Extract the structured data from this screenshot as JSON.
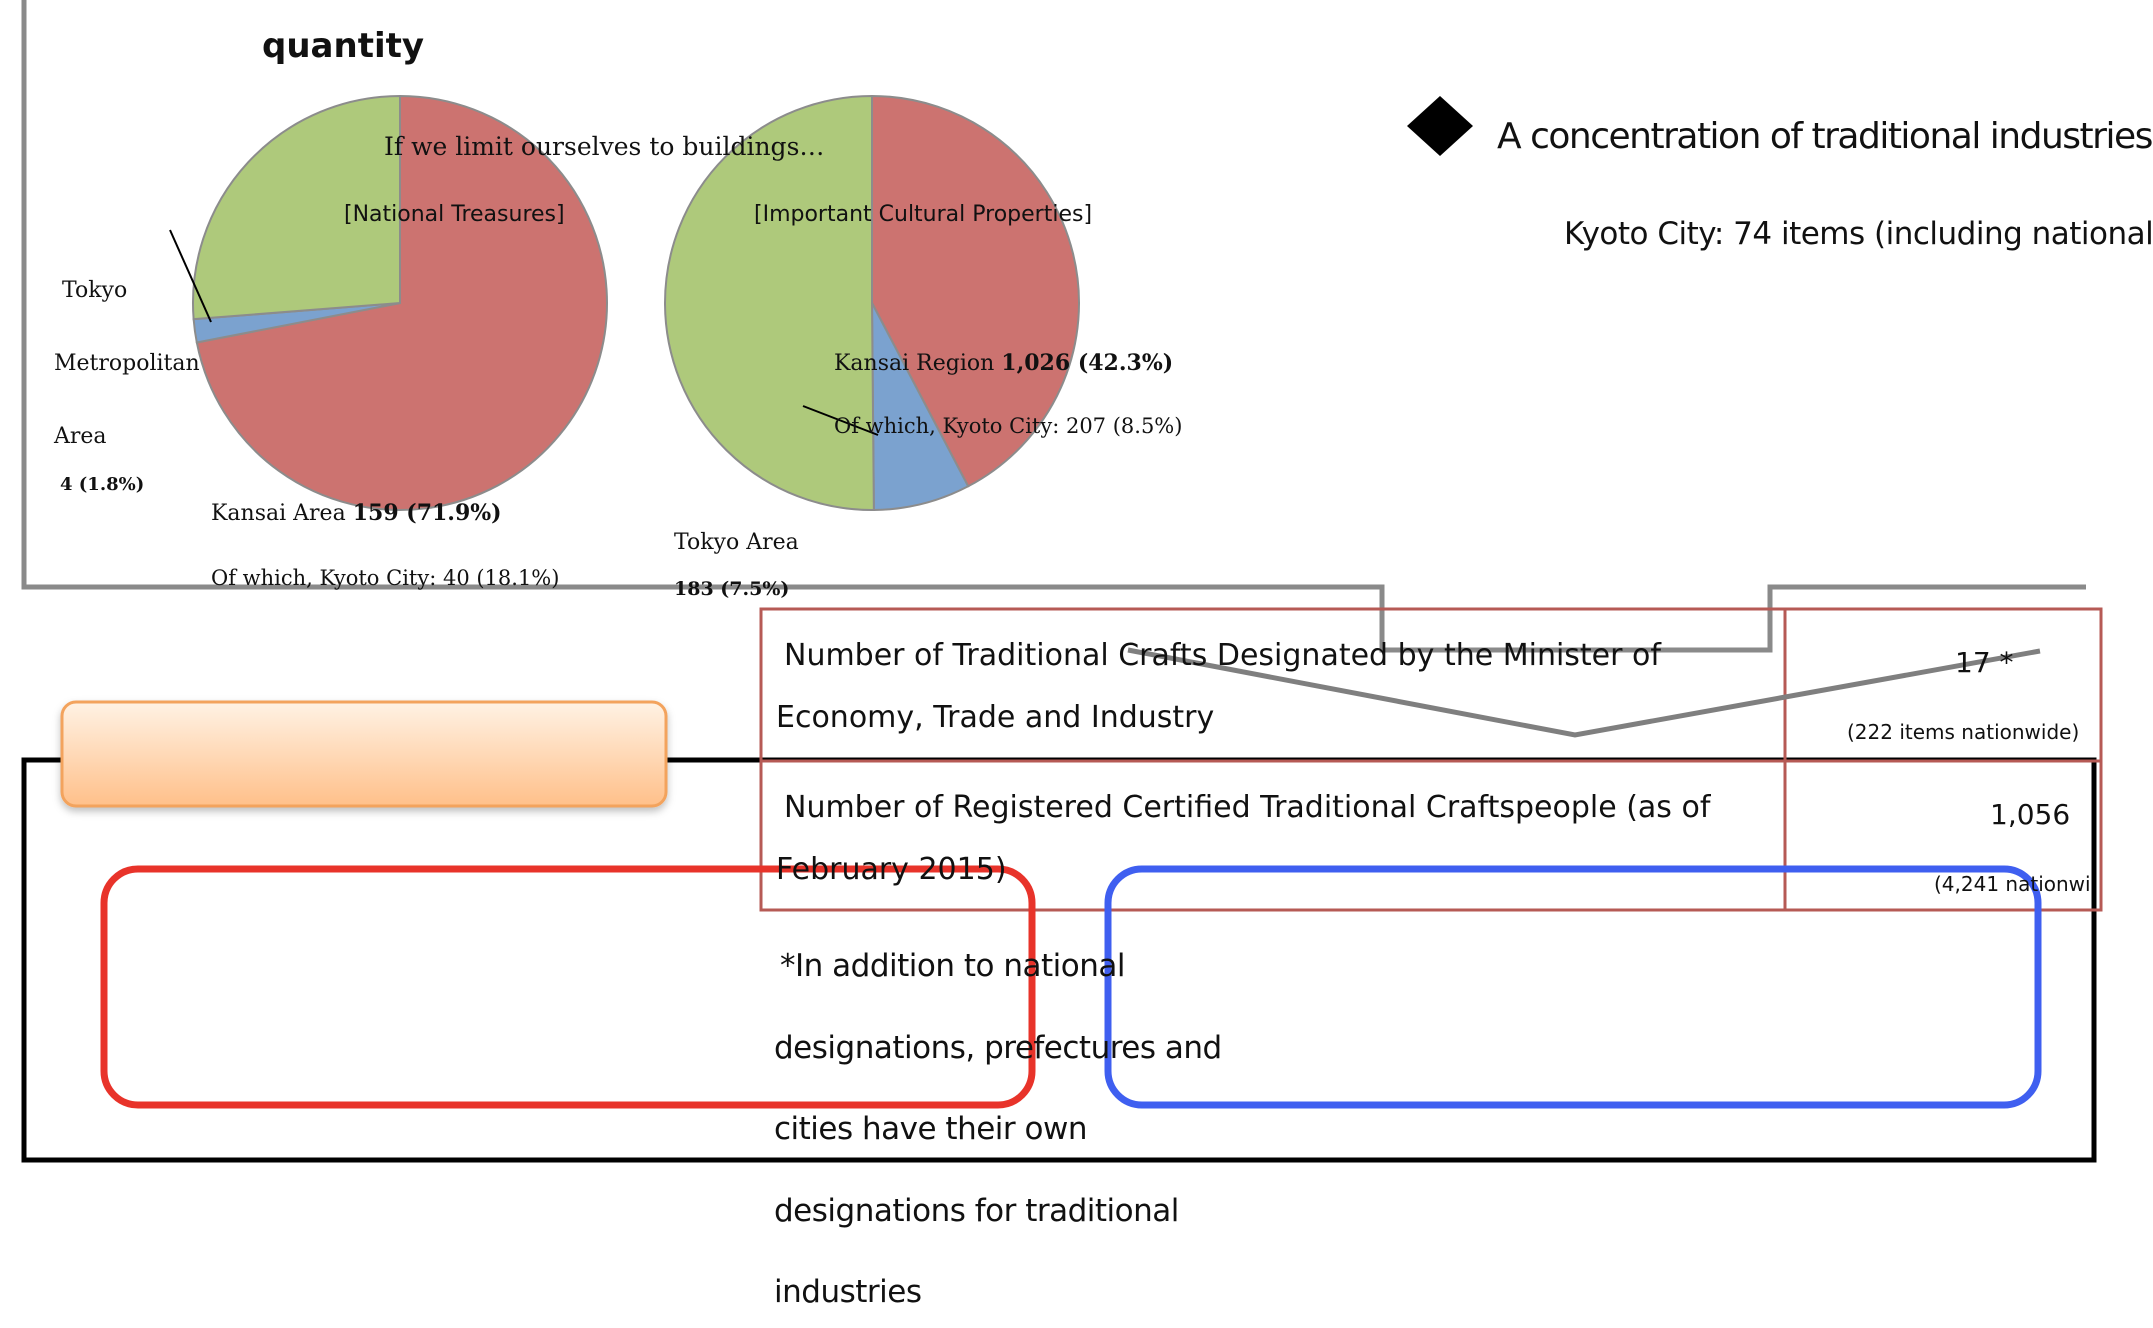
{
  "quantity_label": "quantity",
  "buildings_note": "If we limit ourselves to buildings…",
  "chart_data": [
    {
      "type": "pie",
      "title": "[National Treasures]",
      "slices": [
        {
          "label": "Kansai Area",
          "value": 159,
          "percent": 71.9,
          "color": "#cc7370"
        },
        {
          "label": "Tokyo Metropolitan Area",
          "value": 4,
          "percent": 1.8,
          "color": "#7ba2cf"
        },
        {
          "label": "",
          "value": 58,
          "percent": 26.3,
          "color": "#aec97b"
        }
      ],
      "labels": {
        "kansai_name": "Kansai Area",
        "kansai_value": "159 (71.9%)",
        "kyoto_sub": "Of which, Kyoto City: 40 (18.1%)",
        "tokyo_line1": "Tokyo",
        "tokyo_line2": "Metropolitan",
        "tokyo_line3": "Area",
        "tokyo_value": "4 (1.8%)"
      }
    },
    {
      "type": "pie",
      "title": "[Important Cultural Properties]",
      "slices": [
        {
          "label": "Kansai Region",
          "value": 1026,
          "percent": 42.3,
          "color": "#cc7370"
        },
        {
          "label": "Tokyo Area",
          "value": 183,
          "percent": 7.5,
          "color": "#7ba2cf"
        },
        {
          "label": "",
          "value": 1216,
          "percent": 50.2,
          "color": "#aec97b"
        }
      ],
      "labels": {
        "kansai_name": "Kansai Region",
        "kansai_value": "1,026 (42.3%)",
        "kyoto_sub": "Of which, Kyoto City: 207 (8.5%)",
        "tokyo_name": "Tokyo Area",
        "tokyo_value": "183 (7.5%)"
      }
    }
  ],
  "concentration": {
    "heading": "A concentration of traditional industries",
    "sub": "Kyoto City: 74 items (including national"
  },
  "table": {
    "row1_label_line1": "Number of Traditional Crafts Designated by the Minister of",
    "row1_label_line2": "Economy, Trade and Industry",
    "row1_value": "17 *",
    "row1_note": "(222 items nationwide)",
    "row2_label_line1": "Number of Registered Certified Traditional Craftspeople (as of",
    "row2_label_line2": "February 2015)",
    "row2_value": "1,056",
    "row2_note": "(4,241 nationwi"
  },
  "footnote": {
    "line1": "*In addition to national",
    "line2": "designations, prefectures and",
    "line3": "cities have their own",
    "line4": "designations for traditional",
    "line5": "industries"
  }
}
